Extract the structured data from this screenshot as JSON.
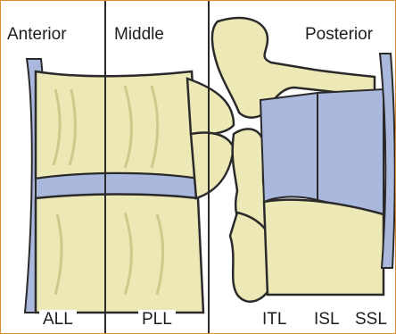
{
  "regions": {
    "anterior": "Anterior",
    "middle": "Middle",
    "posterior": "Posterior"
  },
  "ligaments": {
    "all": "ALL",
    "pll": "PLL",
    "itl": "ITL",
    "isl": "ISL",
    "ssl": "SSL"
  },
  "colors": {
    "bone": "#ece9b6",
    "bone_shadow": "#cfc98c",
    "disc_ligament_blue": "#aab8de",
    "outline": "#2a2a2a",
    "frame": "#e08a2c"
  }
}
